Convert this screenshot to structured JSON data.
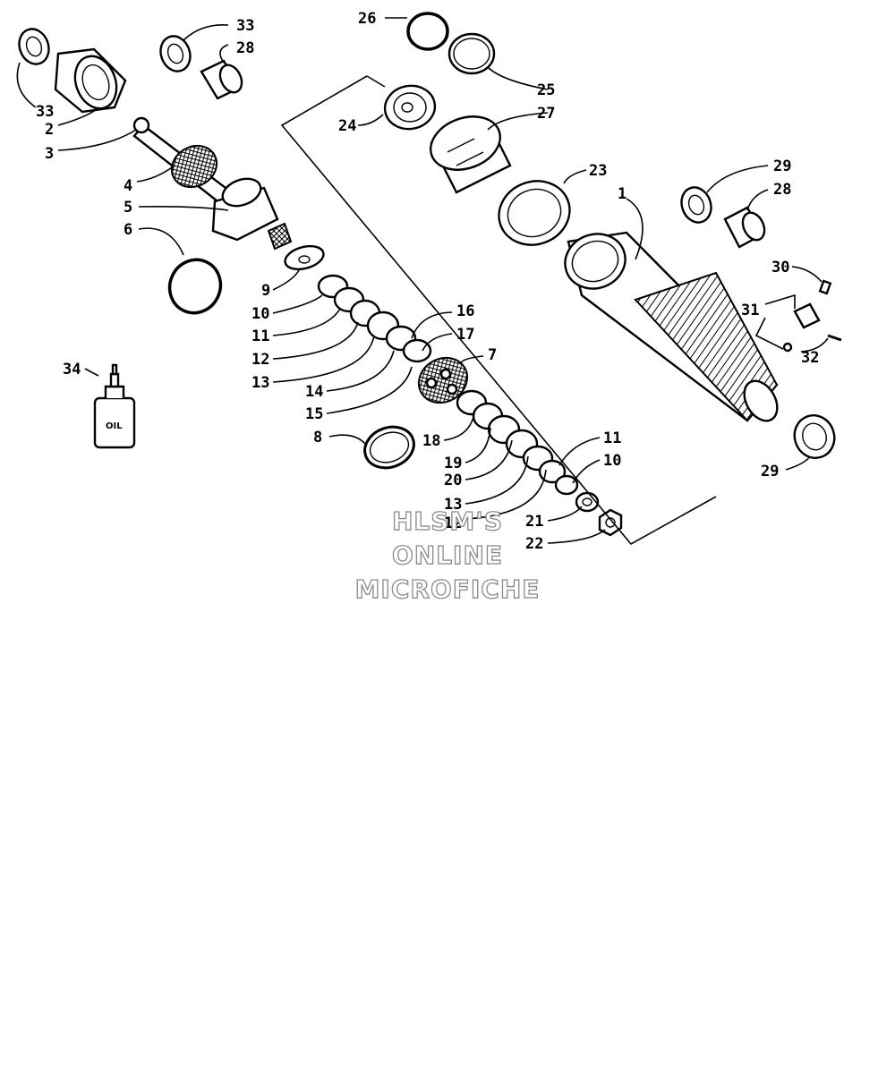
{
  "diagram": {
    "callouts": [
      "1",
      "2",
      "3",
      "4",
      "5",
      "6",
      "7",
      "8",
      "9",
      "10",
      "11",
      "12",
      "13",
      "14",
      "15",
      "16",
      "17",
      "18",
      "19",
      "20",
      "21",
      "22",
      "23",
      "24",
      "25",
      "26",
      "27",
      "28",
      "29",
      "30",
      "31",
      "32",
      "33",
      "34"
    ],
    "bottle_label": "OIL",
    "watermark": [
      "HLSM'S",
      "ONLINE",
      "MICROFICHE"
    ]
  },
  "colors": {
    "ink": "#000000",
    "paper": "#ffffff",
    "watermark": "#8a8a8a"
  }
}
